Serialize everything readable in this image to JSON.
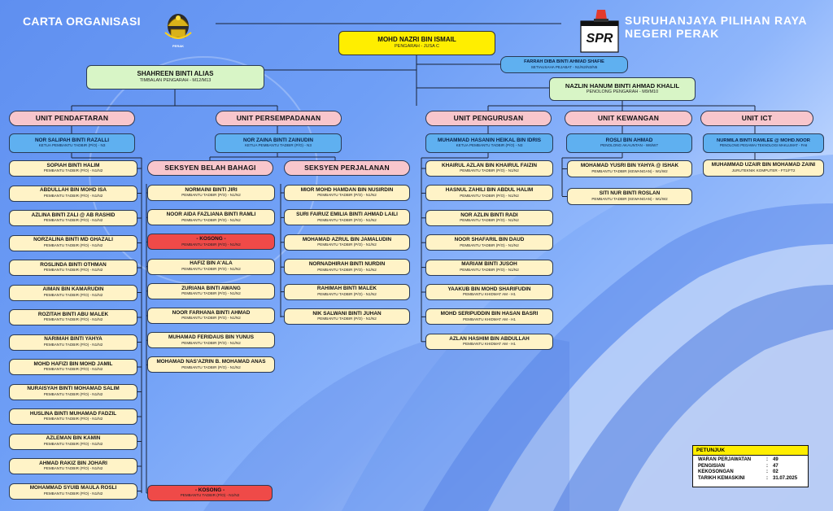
{
  "header": {
    "title": "CARTA ORGANISASI",
    "agency_line1": "SURUHANJAYA PILIHAN RAYA",
    "agency_line2": "NEGERI PERAK",
    "logo_text": "SPR",
    "emblem_caption": "PERAK"
  },
  "top": {
    "director": {
      "name": "MOHD NAZRI BIN ISMAIL",
      "post": "PENGARAH - JUSA C"
    },
    "secretary": {
      "name": "FARRAH DIBA BINTI AHMAD SHAFIE",
      "post": "SETIAUSAHA PEJABAT - N1/N2/N3/N5"
    },
    "deputy": {
      "name": "SHAHREEN BINTI ALIAS",
      "post": "TIMBALAN PENGARAH - M12/M13"
    },
    "assistant": {
      "name": "NAZLIN HANUM BINTI AHMAD KHALIL",
      "post": "PENOLONG PENGARAH - M9/M10"
    }
  },
  "units": {
    "pendaftaran": {
      "label": "UNIT PENDAFTARAN",
      "head": {
        "name": "NOR SALIPAH BINTI RAZALLI",
        "post": "KETUA PEMBANTU TADBIR (P/O) - N3"
      },
      "staff": [
        {
          "name": "SOPIAH BINTI HALIM",
          "post": "PEMBANTU TADBIR (P/O) - N1/N2"
        },
        {
          "name": "ABDULLAH BIN MOHD ISA",
          "post": "PEMBANTU TADBIR (P/O) - N1/N2"
        },
        {
          "name": "AZLINA BINTI ZALI @ AB RASHID",
          "post": "PEMBANTU TADBIR (P/O) - N1/N2"
        },
        {
          "name": "NORZALINA BINTI MD GHAZALI",
          "post": "PEMBANTU TADBIR (P/O) - N1/N2"
        },
        {
          "name": "ROSLINDA BINTI OTHMAN",
          "post": "PEMBANTU TADBIR (P/O) - N1/N2"
        },
        {
          "name": "AIMAN BIN KAMARUDIN",
          "post": "PEMBANTU TADBIR (P/O) - N1/N2"
        },
        {
          "name": "ROZITAH BINTI ABU MALEK",
          "post": "PEMBANTU TADBIR (P/O) - N1/N2"
        },
        {
          "name": "NARIMAH BINTI YAHYA",
          "post": "PEMBANTU TADBIR (P/O) - N1/N2"
        },
        {
          "name": "MOHD HAFIZI BIN MOHD JAMIL",
          "post": "PEMBANTU TADBIR (P/O) - N1/N2"
        },
        {
          "name": "NURAISYAH BINTI MOHAMAD SALIM",
          "post": "PEMBANTU TADBIR (P/O) - N1/N2"
        },
        {
          "name": "HUSLINA BINTI MUHAMAD FADZIL",
          "post": "PEMBANTU TADBIR (P/O) - N1/N2"
        },
        {
          "name": "AZLEMAN BIN KAMIN",
          "post": "PEMBANTU TADBIR (P/O) - N1/N2"
        },
        {
          "name": "AHMAD RAKIZ BIN JOHARI",
          "post": "PEMBANTU TADBIR (P/O) - N1/N2"
        },
        {
          "name": "MOHAMMAD SYUIB MAULA ROSLI",
          "post": "PEMBANTU TADBIR (P/O) - N1/N2"
        }
      ]
    },
    "persempadanan": {
      "label": "UNIT PERSEMPADANAN",
      "head": {
        "name": "NOR ZAINA BINTI ZAINUDIN",
        "post": "KETUA PEMBANTU TADBIR (P/O) - N3"
      },
      "belah_bahagi": {
        "label": "SEKSYEN BELAH BAHAGI",
        "staff": [
          {
            "name": "NORMAINI BINTI JIRI",
            "post": "PEMBANTU TADBIR (P/O) - N1/N2"
          },
          {
            "name": "NOOR AIDA FAZLIANA BINTI RAMLI",
            "post": "PEMBANTU TADBIR (P/O) - N1/N2"
          },
          {
            "name": "- KOSONG -",
            "post": "PEMBANTU TADBIR (P/O) - N1/N2"
          },
          {
            "name": "HAFIZ BIN A'ALA",
            "post": "PEMBANTU TADBIR (P/O) - N1/N2"
          },
          {
            "name": "ZURIANA BINTI AWANG",
            "post": "PEMBANTU TADBIR (P/O) - N1/N2"
          },
          {
            "name": "NOOR FARHANA BINTI AHMAD",
            "post": "PEMBANTU TADBIR (P/O) - N1/N2"
          },
          {
            "name": "MUHAMAD FERIDAUS BIN YUNUS",
            "post": "PEMBANTU TADBIR (P/O) - N1/N2"
          },
          {
            "name": "MOHAMAD NAS'AZRIN B. MOHAMAD ANAS",
            "post": "PEMBANTU TADBIR (P/O) - N1/N2"
          },
          {
            "name": "- KOSONG -",
            "post": "PEMBANTU TADBIR (P/O) - N1/N2"
          }
        ]
      },
      "perjalanan": {
        "label": "SEKSYEN PERJALANAN",
        "staff": [
          {
            "name": "MIOR MOHD HAMDAN BIN NUSIRDIN",
            "post": "PEMBANTU TADBIR (P/O) - N1/N2"
          },
          {
            "name": "SURI FAIRUZ EMILIA BINTI AHMAD LAILI",
            "post": "PEMBANTU TADBIR (P/O) - N1/N2"
          },
          {
            "name": "MOHAMAD AZRUL BIN JAMALUDIN",
            "post": "PEMBANTU TADBIR (P/O) - N1/N2"
          },
          {
            "name": "NORNADHIRAH BINTI NURDIN",
            "post": "PEMBANTU TADBIR (P/O) - N1/N2"
          },
          {
            "name": "RAHIMAH BINTI MALEK",
            "post": "PEMBANTU TADBIR (P/O) - N1/N2"
          },
          {
            "name": "NIK SALWANI BINTI JUHAN",
            "post": "PEMBANTU TADBIR (P/O) - N1/N2"
          }
        ]
      }
    },
    "pengurusan": {
      "label": "UNIT PENGURUSAN",
      "head": {
        "name": "MUHAMMAD HASANIN HEIKAL BIN IDRIS",
        "post": "KETUA PEMBANTU TADBIR (P/O) - N3"
      },
      "staff": [
        {
          "name": "KHAIRUL AZLAN BIN KHAIRUL FAIZIN",
          "post": "PEMBANTU TADBIR (P/O) - N1/N2"
        },
        {
          "name": "HASNUL ZAHILI BIN ABDUL HALIM",
          "post": "PEMBANTU TADBIR (P/O) - N1/N2"
        },
        {
          "name": "NOR AZLIN BINTI RADI",
          "post": "PEMBANTU TADBIR (P/O) - N1/N2"
        },
        {
          "name": "NOOR SHAFARIL BIN DAUD",
          "post": "PEMBANTU TADBIR (P/O) - N1/N2"
        },
        {
          "name": "MARIAM BINTI JUSOH",
          "post": "PEMBANTU TADBIR (P/O) - N1/N2"
        },
        {
          "name": "YAAKUB BIN MOHD SHARIFUDIN",
          "post": "PEMBANTU KHIDMAT AM - H1"
        },
        {
          "name": "MOHD SERIPUDDIN BIN HASAN BASRI",
          "post": "PEMBANTU KHIDMAT AM - H1"
        },
        {
          "name": "AZLAN HASHIM BIN ABDULLAH",
          "post": "PEMBANTU KHIDMAT AM - H1"
        }
      ]
    },
    "kewangan": {
      "label": "UNIT KEWANGAN",
      "head": {
        "name": "ROSLI BIN AHMAD",
        "post": "PENOLONG AKAUNTAN - W6/W7"
      },
      "staff": [
        {
          "name": "MOHAMAD YUSRI BIN YAHYA @ ISHAK",
          "post": "PEMBANTU TADBIR (KEWANGAN) - W1/W2"
        },
        {
          "name": "SITI NUR BINTI ROSLAN",
          "post": "PEMBANTU TADBIR (KEWANGAN) - W1/W2"
        }
      ]
    },
    "ict": {
      "label": "UNIT ICT",
      "head": {
        "name": "NURMILA BINTI RAMLEE @ MOHD.NOOR",
        "post": "PENOLONG PEGAWAI TEKNOLOGI MAKLUMAT - FA6"
      },
      "staff": [
        {
          "name": "MUHAMMAD UZAIR BIN MOHAMAD ZAINI",
          "post": "JURUTEKNIK KOMPUTER - FT1/FT2"
        }
      ]
    }
  },
  "legend": {
    "title": "PETUNJUK",
    "rows": [
      {
        "key": "WARAN PERJAWATAN",
        "value": "49"
      },
      {
        "key": "PENGISIAN",
        "value": "47"
      },
      {
        "key": "KEKOSONGAN",
        "value": "02"
      },
      {
        "key": "TARIKH KEMASKINI",
        "value": "31.07.2025"
      }
    ]
  },
  "colors": {
    "cream": "#fff3c7",
    "blue": "#5fb0f0",
    "green": "#d8f5c6",
    "yellow": "#ffee00",
    "pink": "#f8c6cc",
    "vacant": "#ef4a48"
  }
}
